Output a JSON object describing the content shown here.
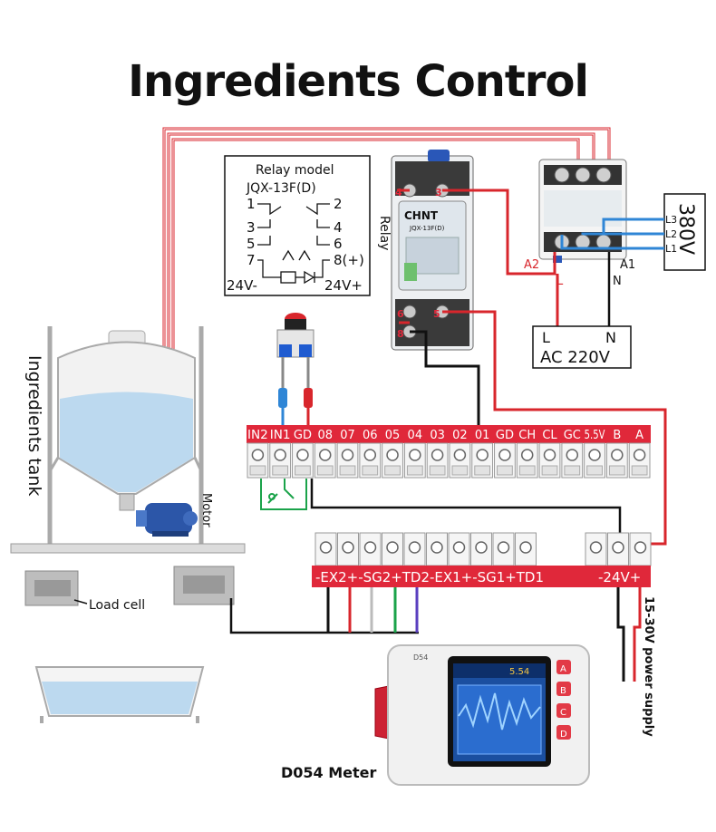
{
  "title": "Ingredients Control",
  "relay_model": {
    "title": "Relay model",
    "model": "JQX-13F(D)",
    "pins_left": [
      "1",
      "3",
      "5",
      "7"
    ],
    "pins_right": [
      "2",
      "4",
      "6",
      "8(+)"
    ],
    "coil_left": "24V-",
    "coil_right": "24V+"
  },
  "relay": {
    "label": "Relay",
    "brand": "CHNT",
    "part": "JQX-13F(D)",
    "terminals": [
      "4",
      "3",
      "6",
      "5",
      "8"
    ]
  },
  "contactor": {
    "a2": "A2",
    "a1": "A1",
    "l": "L",
    "n": "N"
  },
  "power_380": {
    "value": "380V",
    "lines": [
      "L3",
      "L2",
      "L1"
    ]
  },
  "ac_supply": {
    "l": "L",
    "n": "N",
    "value": "AC 220V"
  },
  "tank": {
    "label": "Ingredients tank",
    "motor_label": "Motor"
  },
  "load_cell_label": "Load cell",
  "terminal_top": [
    "IN2",
    "IN1",
    "GD",
    "08",
    "07",
    "06",
    "05",
    "04",
    "03",
    "02",
    "01",
    "GD",
    "CH",
    "CL",
    "GC",
    "5.5V",
    "B",
    "A"
  ],
  "terminal_bottom": {
    "left_label": "-EX2+-SG2+TD2-EX1+-SG1+TD1",
    "right_label": "-24V+"
  },
  "power_supply_label": "15-30V power supply",
  "meter": {
    "label": "D054 Meter",
    "brand": "D54",
    "display_value": "5.54",
    "buttons": [
      "A",
      "B",
      "C",
      "D"
    ]
  },
  "colors": {
    "red_wire": "#d8262c",
    "blue_wire": "#2f86d6",
    "green_wire": "#1aa34a",
    "terminal_red": "#e0283a",
    "liquid": "#bcd9ef"
  }
}
